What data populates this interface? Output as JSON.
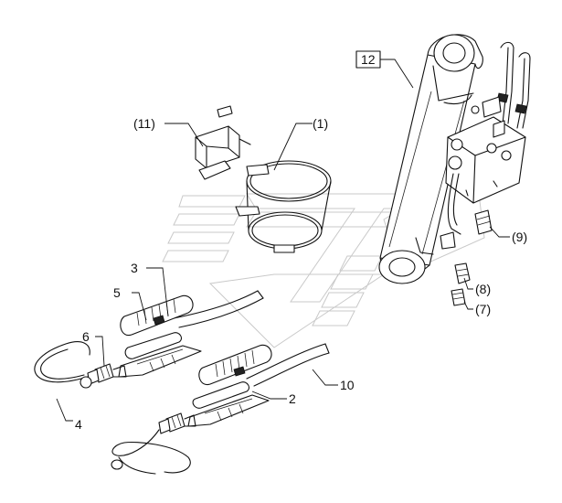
{
  "callouts": {
    "p1": "(1)",
    "p2": "2",
    "p3": "3",
    "p4": "4",
    "p5": "5",
    "p6": "6",
    "p7": "(7)",
    "p8": "(8)",
    "p9": "(9)",
    "p10": "10",
    "p11": "(11)",
    "p12": "12"
  },
  "colors": {
    "ink": "#111111",
    "watermark": "#c9c9c9",
    "background": "#ffffff"
  }
}
